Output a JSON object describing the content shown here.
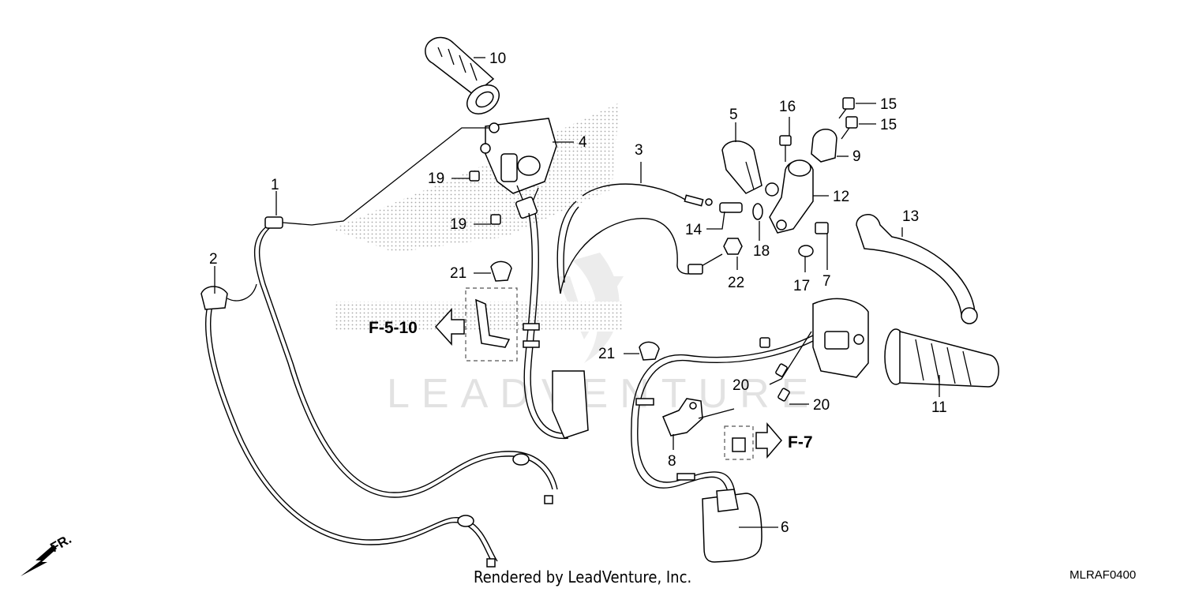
{
  "callouts": [
    {
      "label": "1"
    },
    {
      "label": "2"
    },
    {
      "label": "3"
    },
    {
      "label": "4"
    },
    {
      "label": "5"
    },
    {
      "label": "6"
    },
    {
      "label": "7"
    },
    {
      "label": "8"
    },
    {
      "label": "9"
    },
    {
      "label": "10"
    },
    {
      "label": "11"
    },
    {
      "label": "12"
    },
    {
      "label": "13"
    },
    {
      "label": "14"
    },
    {
      "label": "15"
    },
    {
      "label": "15"
    },
    {
      "label": "16"
    },
    {
      "label": "17"
    },
    {
      "label": "18"
    },
    {
      "label": "19"
    },
    {
      "label": "19"
    },
    {
      "label": "20"
    },
    {
      "label": "20"
    },
    {
      "label": "21"
    },
    {
      "label": "21"
    },
    {
      "label": "22"
    }
  ],
  "references": {
    "left": "F-5-10",
    "right": "F-7"
  },
  "watermark": "LEADVENTURE",
  "direction": "FR.",
  "credit": "Rendered by LeadVenture, Inc.",
  "diagram_code": "MLRAF0400"
}
